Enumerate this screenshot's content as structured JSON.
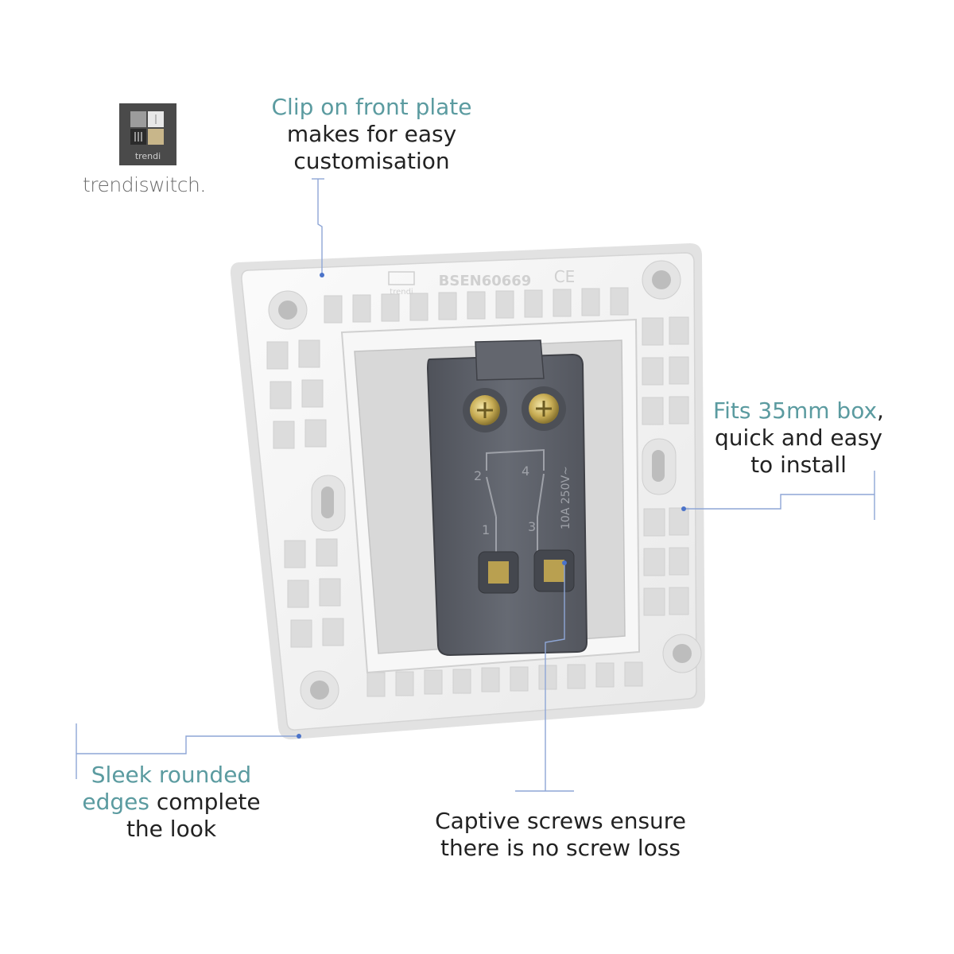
{
  "brand": {
    "logo_mark": "trendi",
    "name": "trendiswitch",
    "name_dot": ".",
    "logo_icon": "brand-logo-icon"
  },
  "product": {
    "markings": {
      "standard": "BSEN60669",
      "ce": "CE",
      "maker": "trendi",
      "rating": "10A 250V~",
      "terminal_1": "1",
      "terminal_2": "2",
      "terminal_3": "3",
      "terminal_4": "4"
    }
  },
  "callouts": {
    "clip": {
      "accent": "Clip on front plate",
      "rest": "makes for easy customisation"
    },
    "fits": {
      "accent": "Fits 35mm box",
      "rest_1": ",",
      "rest_2": "quick and easy to install"
    },
    "edges": {
      "accent_1": "Sleek rounded",
      "accent_2": "edges",
      "rest_1": " complete",
      "rest_2": "the look"
    },
    "screws": {
      "line_1": "Captive screws ensure",
      "line_2": "there is no screw loss"
    }
  },
  "colors": {
    "accent": "#5b9ba0",
    "leader_line": "#8ea6d6",
    "module": "#5d6068",
    "plate": "#f4f4f4"
  }
}
